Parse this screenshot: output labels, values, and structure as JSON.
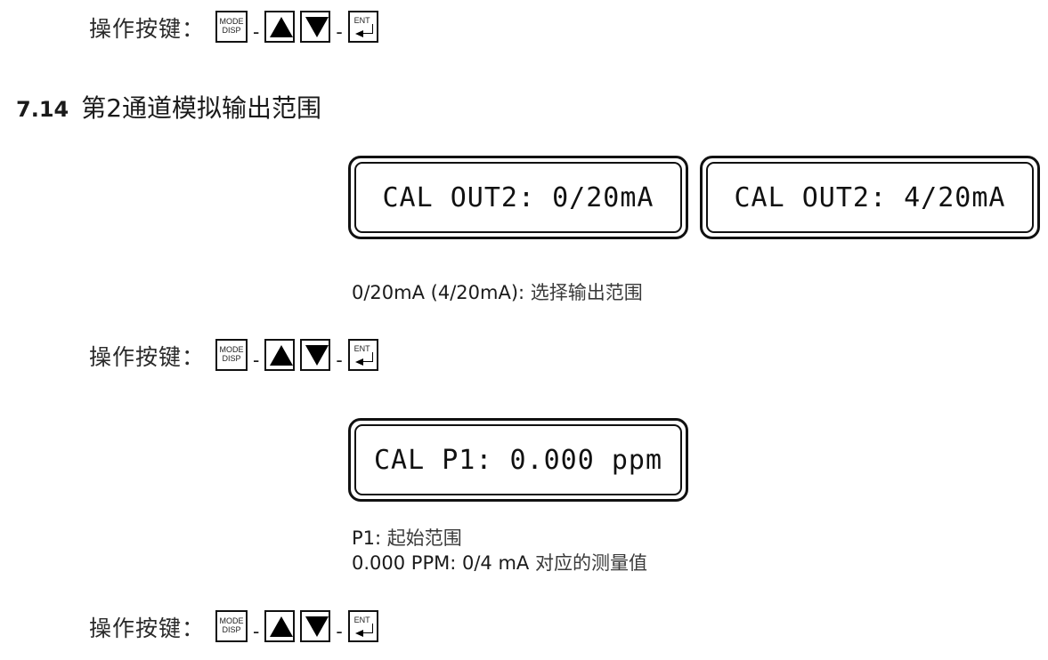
{
  "key_rows": [
    {
      "label": "操作按键：",
      "keys": {
        "mode_line1": "MODE",
        "mode_line2": "DISP",
        "separator": "-",
        "ent": "ENT"
      }
    },
    {
      "label": "操作按键：",
      "keys": {
        "mode_line1": "MODE",
        "mode_line2": "DISP",
        "separator": "-",
        "ent": "ENT"
      }
    },
    {
      "label": "操作按键：",
      "keys": {
        "mode_line1": "MODE",
        "mode_line2": "DISP",
        "separator": "-",
        "ent": "ENT"
      }
    }
  ],
  "section": {
    "number": "7.14",
    "title": "第2通道模拟输出范围"
  },
  "displays": [
    {
      "text": "CAL OUT2: 0/20mA"
    },
    {
      "text": "CAL OUT2: 4/20mA"
    },
    {
      "text": "CAL P1: 0.000 ppm"
    }
  ],
  "descriptions": {
    "range": {
      "prefix": "0/20mA (4/20mA): ",
      "text": "选择输出范围"
    },
    "p1": {
      "prefix": "P1: ",
      "text": "起始范围"
    },
    "ppm": {
      "prefix": "0.000 PPM: 0/4 mA ",
      "text": "对应的测量值"
    }
  },
  "icons": {
    "mode_key": "mode-disp-key-icon",
    "up_key": "up-arrow-key-icon",
    "down_key": "down-arrow-key-icon",
    "enter_key": "enter-key-icon"
  }
}
